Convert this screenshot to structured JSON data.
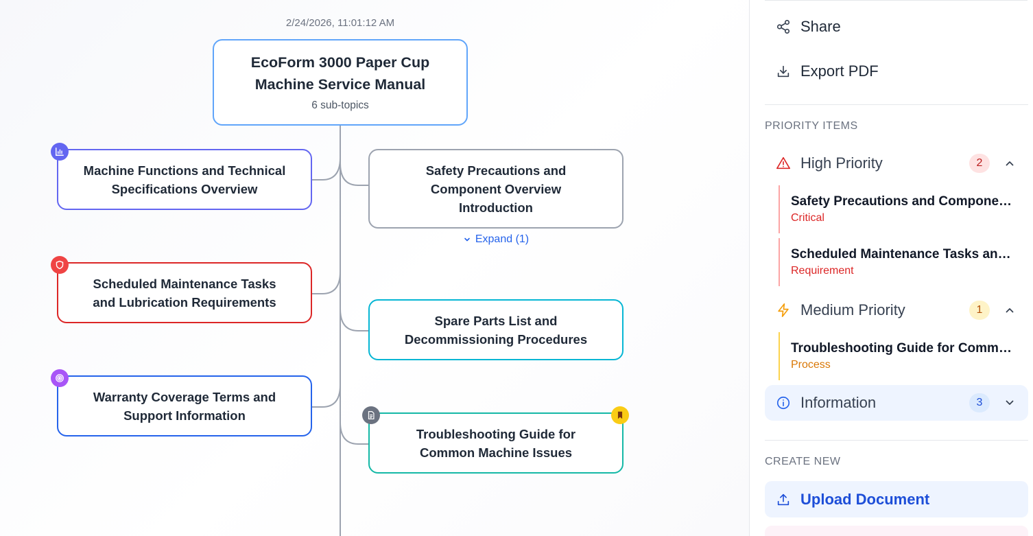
{
  "canvas": {
    "timestamp": "2/24/2026, 11:01:12 AM",
    "root": {
      "title_line1": "EcoForm 3000 Paper Cup",
      "title_line2": "Machine Service Manual",
      "subtitle": "6 sub-topics"
    },
    "left_nodes": [
      {
        "line1": "Machine Functions and Technical",
        "line2": "Specifications Overview",
        "icon": "chart-icon"
      },
      {
        "line1": "Scheduled Maintenance Tasks",
        "line2": "and Lubrication Requirements",
        "icon": "shield-icon"
      },
      {
        "line1": "Warranty Coverage Terms and",
        "line2": "Support Information",
        "icon": "target-icon"
      }
    ],
    "right_nodes": [
      {
        "line1": "Safety Precautions and",
        "line2": "Component Overview",
        "line3": "Introduction"
      },
      {
        "line1": "Spare Parts List and",
        "line2": "Decommissioning Procedures"
      },
      {
        "line1": "Troubleshooting Guide for",
        "line2": "Common Machine Issues",
        "icon": "document-icon",
        "badge": "bookmark-icon"
      }
    ],
    "expand_label": "Expand (1)",
    "colors": {
      "line": "#9ca3af",
      "root_border": "#60a5fa",
      "indigo": "#6366f1",
      "red": "#dc2626",
      "blue": "#2563eb",
      "cyan": "#06b6d4",
      "teal": "#14b8a6",
      "purple": "#a855f7",
      "yellow": "#facc15"
    }
  },
  "sidebar": {
    "actions": [
      {
        "label": "Share",
        "icon": "share-icon"
      },
      {
        "label": "Export PDF",
        "icon": "download-icon"
      }
    ],
    "priority_section_label": "PRIORITY ITEMS",
    "groups": {
      "high": {
        "label": "High Priority",
        "count": "2",
        "icon": "alert-triangle-icon",
        "state": "expanded"
      },
      "medium": {
        "label": "Medium Priority",
        "count": "1",
        "icon": "lightning-icon",
        "state": "expanded"
      },
      "info": {
        "label": "Information",
        "count": "3",
        "icon": "info-icon",
        "state": "collapsed"
      }
    },
    "high_items": [
      {
        "title": "Safety Precautions and Component Overview Introduction",
        "tag": "Critical"
      },
      {
        "title": "Scheduled Maintenance Tasks and Lubrication Requirements",
        "tag": "Requirement"
      }
    ],
    "medium_items": [
      {
        "title": "Troubleshooting Guide for Common Machine Issues",
        "tag": "Process"
      }
    ],
    "create_section_label": "CREATE NEW",
    "upload_label": "Upload Document"
  }
}
